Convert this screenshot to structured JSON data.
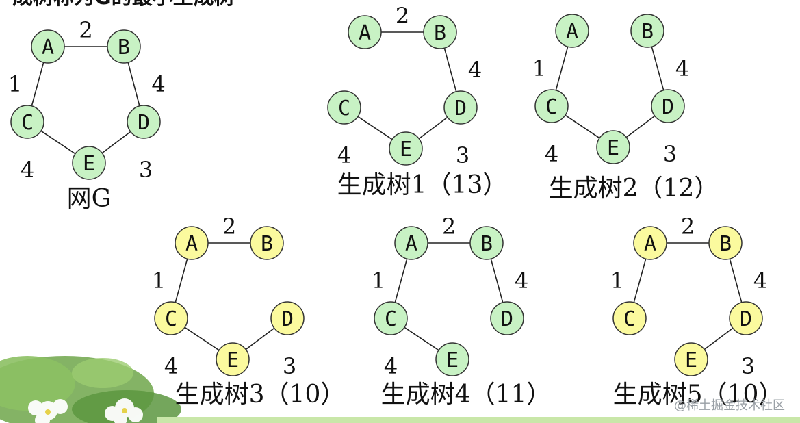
{
  "page_title": "成树称为G的最小生成树",
  "watermark": "@稀土掘金技术社区",
  "colors": {
    "green_node": "#c8f2c4",
    "yellow_node": "#fbfa9e",
    "node_stroke": "#333333",
    "edge": "#222222",
    "bottom_bar": "#c9e7a9"
  },
  "graphs": [
    {
      "id": "g0",
      "caption": "网G",
      "node_color": "green",
      "nodes": [
        "A",
        "B",
        "C",
        "D",
        "E"
      ],
      "edges": [
        {
          "from": "A",
          "to": "B",
          "weight": "2"
        },
        {
          "from": "A",
          "to": "C",
          "weight": "1"
        },
        {
          "from": "B",
          "to": "D",
          "weight": "4"
        },
        {
          "from": "C",
          "to": "E",
          "weight": "4"
        },
        {
          "from": "D",
          "to": "E",
          "weight": "3"
        }
      ]
    },
    {
      "id": "g1",
      "caption": "生成树1（13）",
      "node_color": "green",
      "nodes": [
        "A",
        "B",
        "C",
        "D",
        "E"
      ],
      "edges": [
        {
          "from": "A",
          "to": "B",
          "weight": "2"
        },
        {
          "from": "B",
          "to": "D",
          "weight": "4"
        },
        {
          "from": "C",
          "to": "E",
          "weight": "4"
        },
        {
          "from": "D",
          "to": "E",
          "weight": "3"
        }
      ]
    },
    {
      "id": "g2",
      "caption": "生成树2（12）",
      "node_color": "green",
      "nodes": [
        "A",
        "B",
        "C",
        "D",
        "E"
      ],
      "edges": [
        {
          "from": "A",
          "to": "C",
          "weight": "1"
        },
        {
          "from": "B",
          "to": "D",
          "weight": "4"
        },
        {
          "from": "C",
          "to": "E",
          "weight": "4"
        },
        {
          "from": "D",
          "to": "E",
          "weight": "3"
        }
      ]
    },
    {
      "id": "g3",
      "caption": "生成树3（10）",
      "node_color": "yellow",
      "nodes": [
        "A",
        "B",
        "C",
        "D",
        "E"
      ],
      "edges": [
        {
          "from": "A",
          "to": "B",
          "weight": "2"
        },
        {
          "from": "A",
          "to": "C",
          "weight": "1"
        },
        {
          "from": "C",
          "to": "E",
          "weight": "4"
        },
        {
          "from": "D",
          "to": "E",
          "weight": "3"
        }
      ]
    },
    {
      "id": "g4",
      "caption": "生成树4（11）",
      "node_color": "green",
      "nodes": [
        "A",
        "B",
        "C",
        "D",
        "E"
      ],
      "edges": [
        {
          "from": "A",
          "to": "B",
          "weight": "2"
        },
        {
          "from": "A",
          "to": "C",
          "weight": "1"
        },
        {
          "from": "B",
          "to": "D",
          "weight": "4"
        },
        {
          "from": "C",
          "to": "E",
          "weight": "4"
        }
      ]
    },
    {
      "id": "g5",
      "caption": "生成树5（10）",
      "node_color": "yellow",
      "nodes": [
        "A",
        "B",
        "C",
        "D",
        "E"
      ],
      "edges": [
        {
          "from": "A",
          "to": "B",
          "weight": "2"
        },
        {
          "from": "A",
          "to": "C",
          "weight": "1"
        },
        {
          "from": "B",
          "to": "D",
          "weight": "4"
        },
        {
          "from": "D",
          "to": "E",
          "weight": "3"
        }
      ]
    }
  ]
}
